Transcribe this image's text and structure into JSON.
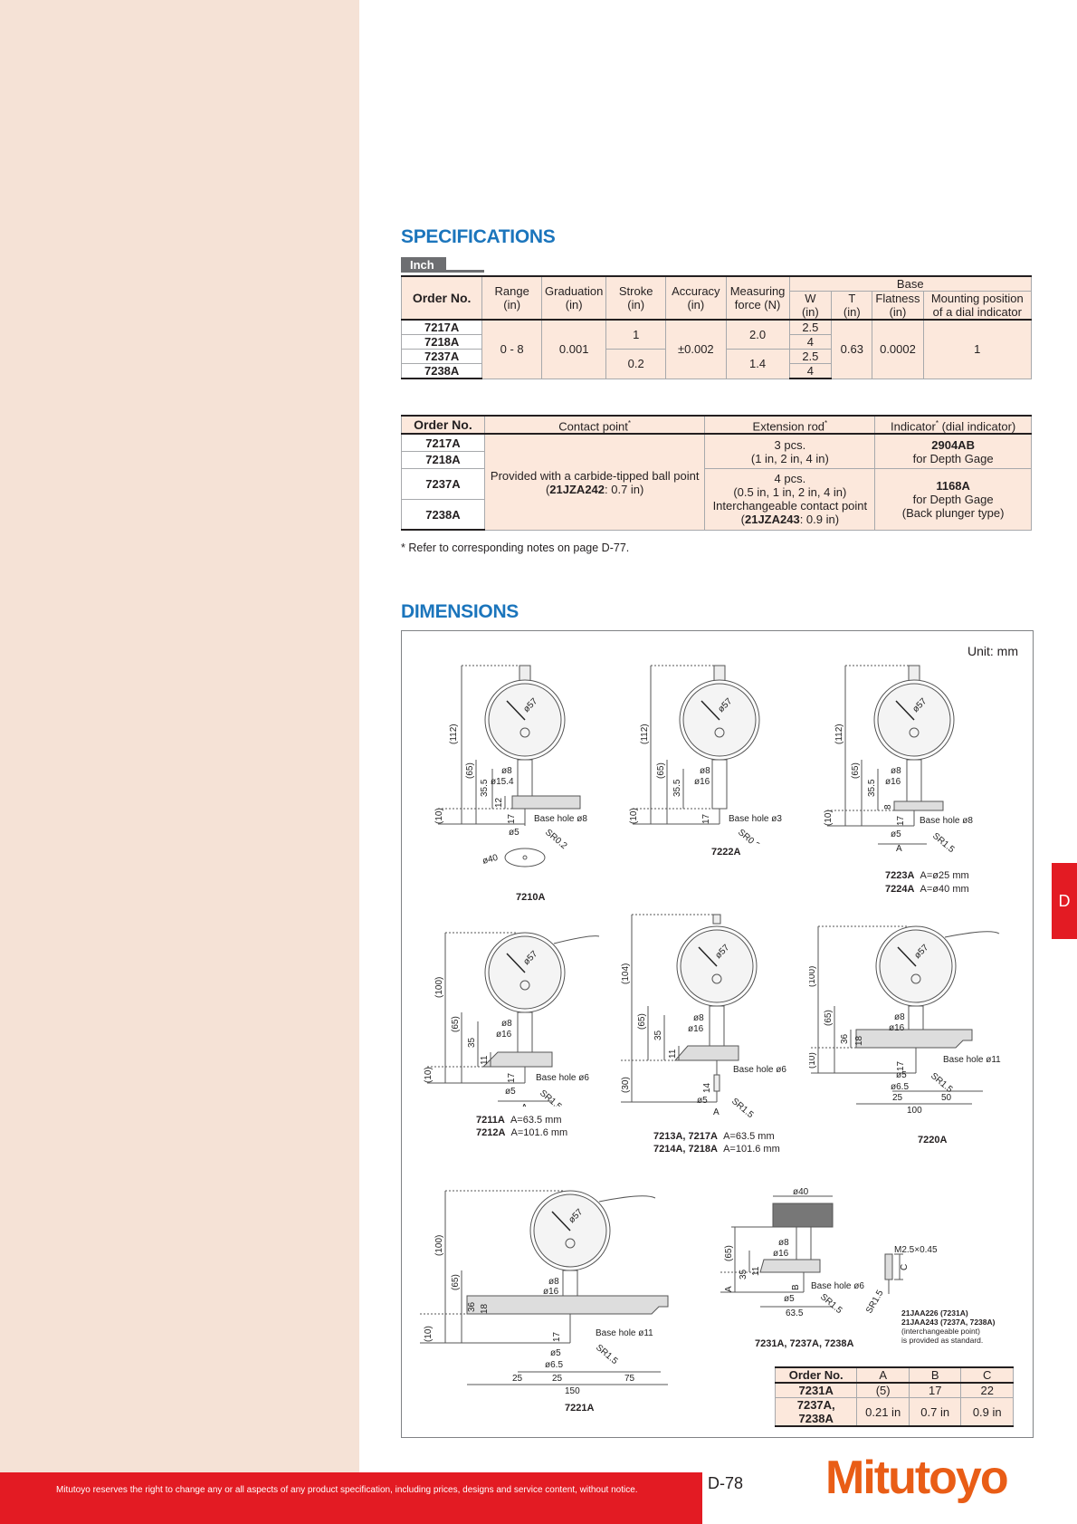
{
  "specifications": {
    "title": "SPECIFICATIONS",
    "unit_tab": "Inch",
    "table1": {
      "headers": {
        "order_no": "Order No.",
        "range": "Range",
        "range_unit": "(in)",
        "graduation": "Graduation",
        "graduation_unit": "(in)",
        "stroke": "Stroke",
        "stroke_unit": "(in)",
        "accuracy": "Accuracy",
        "accuracy_unit": "(in)",
        "measuring_force": "Measuring",
        "measuring_force_2": "force (N)",
        "base": "Base",
        "w": "W",
        "w_unit": "(in)",
        "t": "T",
        "t_unit": "(in)",
        "flatness": "Flatness",
        "flatness_unit": "(in)",
        "mounting": "Mounting position",
        "mounting_2": "of a dial indicator"
      },
      "rows": [
        "7217A",
        "7218A",
        "7237A",
        "7238A"
      ],
      "range": "0 - 8",
      "graduation": "0.001",
      "stroke_a": "1",
      "stroke_b": "0.2",
      "accuracy": "±0.002",
      "force_a": "2.0",
      "force_b": "1.4",
      "w": [
        "2.5",
        "4",
        "2.5",
        "4"
      ],
      "t": "0.63",
      "flatness": "0.0002",
      "mounting": "1"
    },
    "table2": {
      "headers": {
        "order_no": "Order No.",
        "contact_point": "Contact point",
        "extension_rod": "Extension rod",
        "indicator": "Indicator",
        "indicator_2": " (dial indicator)",
        "star": "*"
      },
      "rows": [
        "7217A",
        "7218A",
        "7237A",
        "7238A"
      ],
      "contact_line1": "Provided with a carbide-tipped ball point",
      "contact_code": "21JZA242",
      "contact_rest": ": 0.7 in)",
      "contact_open": "(",
      "ext_a1": "3 pcs.",
      "ext_a2": "(1 in, 2 in, 4 in)",
      "ext_b1": "4 pcs.",
      "ext_b2": "(0.5 in, 1 in, 2 in, 4 in)",
      "ext_b3": "Interchangeable contact point",
      "ext_b4_open": "(",
      "ext_b4_code": "21JZA243",
      "ext_b4_rest": ": 0.9 in)",
      "ind_a1": "2904AB",
      "ind_a2": "for Depth Gage",
      "ind_b1": "1168A",
      "ind_b2": "for Depth Gage",
      "ind_b3": "(Back plunger type)"
    },
    "note": "* Refer to corresponding notes on page D-77."
  },
  "dimensions": {
    "title": "DIMENSIONS",
    "unit": "Unit: mm",
    "labels": {
      "d57": "ø57",
      "d8": "ø8",
      "d16": "ø16",
      "d15_4": "ø15.4",
      "d5": "ø5",
      "d6_5": "ø6.5",
      "d40": "ø40",
      "h112": "(112)",
      "h100": "(100)",
      "h104": "(104)",
      "h65": "(65)",
      "h10": "(10)",
      "h30": "(30)",
      "v35_5": "35.5",
      "v35": "35",
      "v36": "36",
      "v12": "12",
      "v17": "17",
      "v11": "11",
      "v8": "8",
      "v18": "18",
      "v14": "14",
      "v25": "25",
      "v50": "50",
      "v75": "75",
      "v100": "100",
      "v150": "150",
      "v63_5": "63.5",
      "A": "A",
      "B": "B",
      "C": "C",
      "sr0_2": "SR0.2",
      "sr1_5": "SR1.5",
      "base8": "Base hole ø8",
      "base3": "Base hole ø3",
      "base6": "Base hole ø6",
      "base11": "Base hole ø11",
      "m25": "M2.5×0.45"
    },
    "captions": {
      "c7210": "7210A",
      "c7222": "7222A",
      "c7223": "7223A",
      "c7223v": "A=ø25 mm",
      "c7224": "7224A",
      "c7224v": "A=ø40 mm",
      "c7211": "7211A",
      "c7211v": "A=63.5 mm",
      "c7212": "7212A",
      "c7212v": "A=101.6 mm",
      "c7213": "7213A, 7217A",
      "c7213v": "A=63.5 mm",
      "c7214": "7214A, 7218A",
      "c7214v": "A=101.6 mm",
      "c7220": "7220A",
      "c7221": "7221A",
      "c7231": "7231A, 7237A, 7238A"
    },
    "point_note": {
      "l1": "21JAA226 (7231A)",
      "l2": "21JAA243 (7237A, 7238A)",
      "l3": "(interchangeable point)",
      "l4": "is provided as standard."
    },
    "small_table": {
      "headers": [
        "Order No.",
        "A",
        "B",
        "C"
      ],
      "rows": [
        [
          "7231A",
          "(5)",
          "17",
          "22"
        ],
        [
          "7237A, 7238A",
          "0.21 in",
          "0.7 in",
          "0.9 in"
        ]
      ]
    }
  },
  "footer": {
    "disclaimer": "Mitutoyo reserves the right to change any or all aspects of any product specification, including prices, designs and service content, without notice.",
    "page": "D-78",
    "logo": "Mitutoyo",
    "side_tab": "D"
  },
  "colors": {
    "accent_blue": "#1b75bc",
    "brand_red": "#e31b23",
    "logo_orange": "#e95d16",
    "band_peach": "#f5e2d6",
    "table_fill": "#fce8dc"
  }
}
